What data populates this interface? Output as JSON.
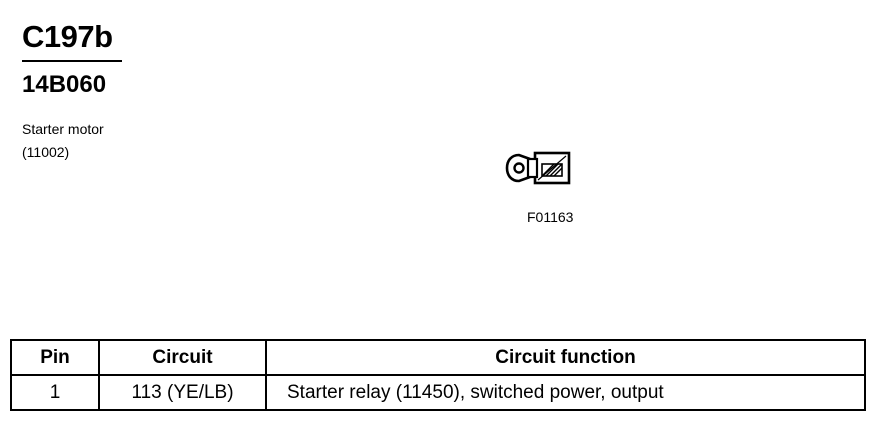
{
  "header": {
    "connector_id": "C197b",
    "part_number": "14B060",
    "component_name": "Starter motor",
    "component_code": "(11002)"
  },
  "figure": {
    "code": "F01163",
    "icon": "ring-terminal-connector-icon"
  },
  "pin_table": {
    "headers": {
      "pin": "Pin",
      "circuit": "Circuit",
      "function": "Circuit function"
    },
    "rows": [
      {
        "pin": "1",
        "circuit": "113 (YE/LB)",
        "function": "Starter relay (11450), switched power, output"
      }
    ]
  }
}
